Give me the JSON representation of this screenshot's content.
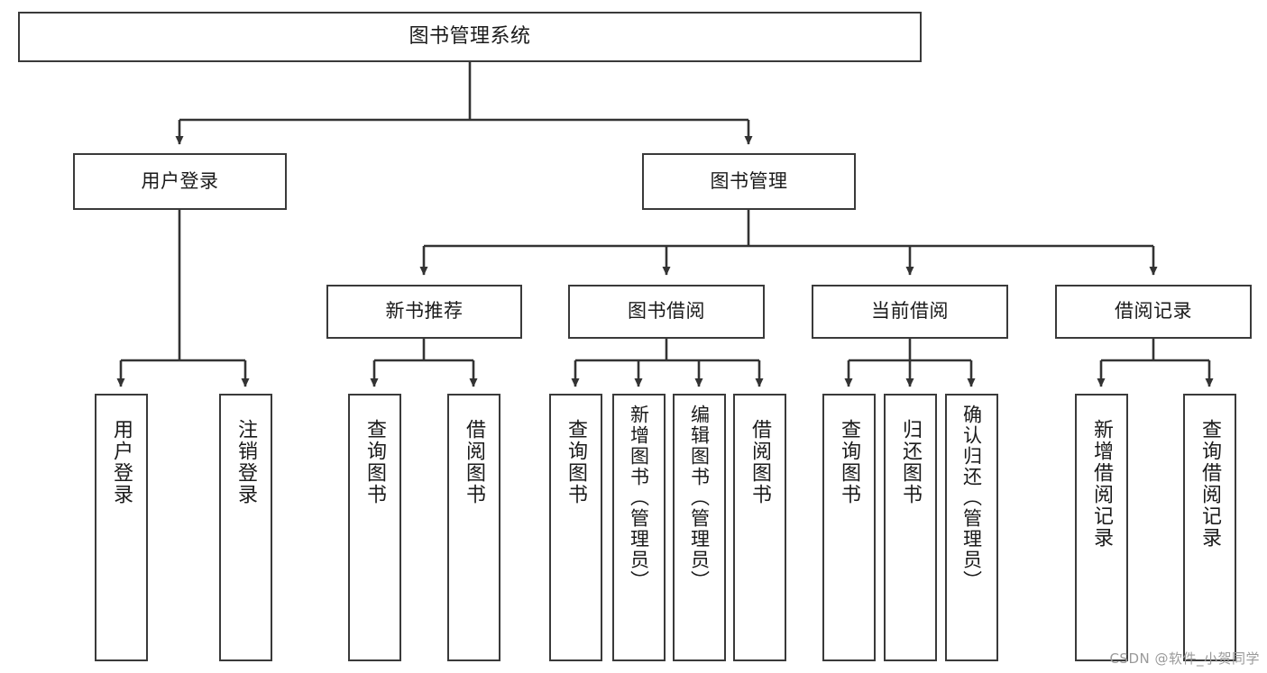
{
  "diagram": {
    "title": "图书管理系统",
    "type": "tree",
    "watermark": "CSDN @软件_小贺同学",
    "colors": {
      "box_border": "#3a3a3a",
      "box_fill": "#ffffff",
      "edge": "#333333",
      "text": "#1a1a1a",
      "watermark": "#9a9a9a"
    },
    "root": {
      "id": "root",
      "label": "图书管理系统"
    },
    "level2": [
      {
        "id": "user-login",
        "label": "用户登录"
      },
      {
        "id": "book-management",
        "label": "图书管理"
      }
    ],
    "level3": [
      {
        "id": "new-book-recommend",
        "label": "新书推荐",
        "parent": "book-management"
      },
      {
        "id": "book-borrow",
        "label": "图书借阅",
        "parent": "book-management"
      },
      {
        "id": "current-borrow",
        "label": "当前借阅",
        "parent": "book-management"
      },
      {
        "id": "borrow-record",
        "label": "借阅记录",
        "parent": "book-management"
      }
    ],
    "leaves": [
      {
        "id": "leaf-user-login",
        "label": "用户登录",
        "parent": "user-login"
      },
      {
        "id": "leaf-logout-login",
        "label": "注销登录",
        "parent": "user-login"
      },
      {
        "id": "leaf-query-book-1",
        "label": "查询图书",
        "parent": "new-book-recommend"
      },
      {
        "id": "leaf-borrow-book-1",
        "label": "借阅图书",
        "parent": "new-book-recommend"
      },
      {
        "id": "leaf-query-book-2",
        "label": "查询图书",
        "parent": "book-borrow"
      },
      {
        "id": "leaf-add-book",
        "label": "新增图书（管理员）",
        "parent": "book-borrow"
      },
      {
        "id": "leaf-edit-book",
        "label": "编辑图书（管理员）",
        "parent": "book-borrow"
      },
      {
        "id": "leaf-borrow-book-2",
        "label": "借阅图书",
        "parent": "book-borrow"
      },
      {
        "id": "leaf-query-book-3",
        "label": "查询图书",
        "parent": "current-borrow"
      },
      {
        "id": "leaf-return-book",
        "label": "归还图书",
        "parent": "current-borrow"
      },
      {
        "id": "leaf-confirm-return",
        "label": "确认归还（管理员）",
        "parent": "current-borrow"
      },
      {
        "id": "leaf-add-borrow-record",
        "label": "新增借阅记录",
        "parent": "borrow-record"
      },
      {
        "id": "leaf-query-borrow-record",
        "label": "查询借阅记录",
        "parent": "borrow-record"
      }
    ]
  }
}
